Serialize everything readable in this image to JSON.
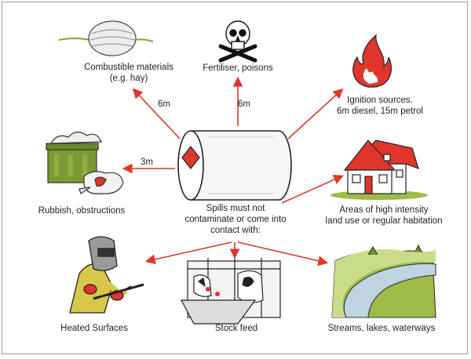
{
  "labels": {
    "combustible_line1": "Combustible materials",
    "combustible_line2": "(e.g. hay)",
    "fertiliser": "Fertiliser, poisons",
    "ignition_line1": "Ignition sources.",
    "ignition_line2": "6m diesel, 15m petrol",
    "rubbish": "Rubbish, obstructions",
    "habitation_line1": "Areas of high intensity",
    "habitation_line2": "land use or regular habitation",
    "spills_line1": "Spills must not",
    "spills_line2": "contaminate or come into",
    "spills_line3": "contact with:",
    "heated": "Heated Surfaces",
    "stockfeed": "Stock feed",
    "streams": "Streams, lakes, waterways"
  },
  "distances": {
    "combustible": "6m",
    "fertiliser": "6m",
    "rubbish": "3m"
  },
  "colors": {
    "arrow": "#e0352b",
    "outline": "#222222",
    "diamond": "#e0352b",
    "flame": "#e0352b",
    "roof": "#e0352b",
    "bin": "#7c9a33",
    "gloves": "#e0352b",
    "jacket": "#d8c84a",
    "grass": "#9dbb46",
    "water": "#bfd3e0"
  }
}
